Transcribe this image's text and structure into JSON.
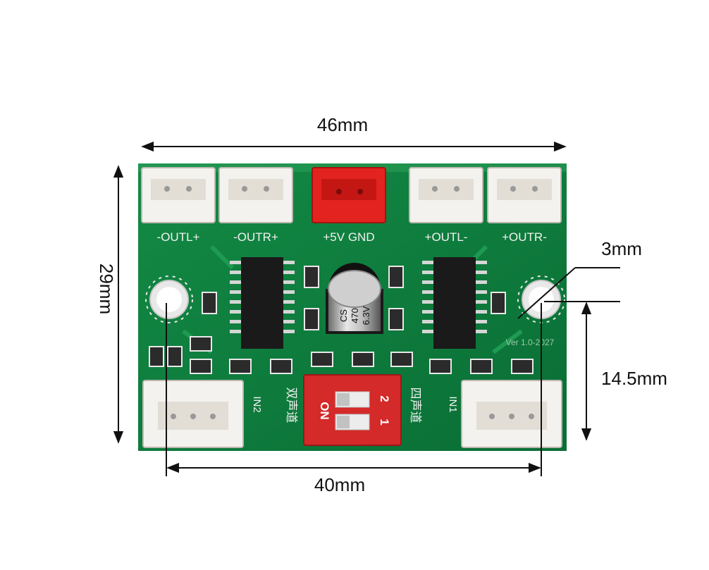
{
  "dimensions": {
    "width_label": "46mm",
    "height_label": "29mm",
    "hole_span_label": "40mm",
    "hole_diameter_label": "3mm",
    "hole_height_label": "14.5mm"
  },
  "board": {
    "connector_labels": [
      "-OUTL+",
      "-OUTR+",
      "+5V GND",
      "+OUTL-",
      "+OUTR-"
    ],
    "input_labels": [
      "IN2",
      "IN1"
    ],
    "capacitor_lines": [
      "CS",
      "470",
      "6.3V"
    ],
    "dip_switch": {
      "on_label": "ON",
      "positions": [
        "2",
        "1"
      ],
      "left_label": "双声道",
      "right_label": "四声道"
    },
    "version_text": "Ver 1.0-2027"
  },
  "colors": {
    "pcb": "#0c7a3c",
    "silkscreen": "#f2f2f2",
    "dip_switch": "#d42a2a",
    "power_connector": "#e3231f",
    "connector": "#f4f2ee",
    "dimension_line": "#111111"
  }
}
